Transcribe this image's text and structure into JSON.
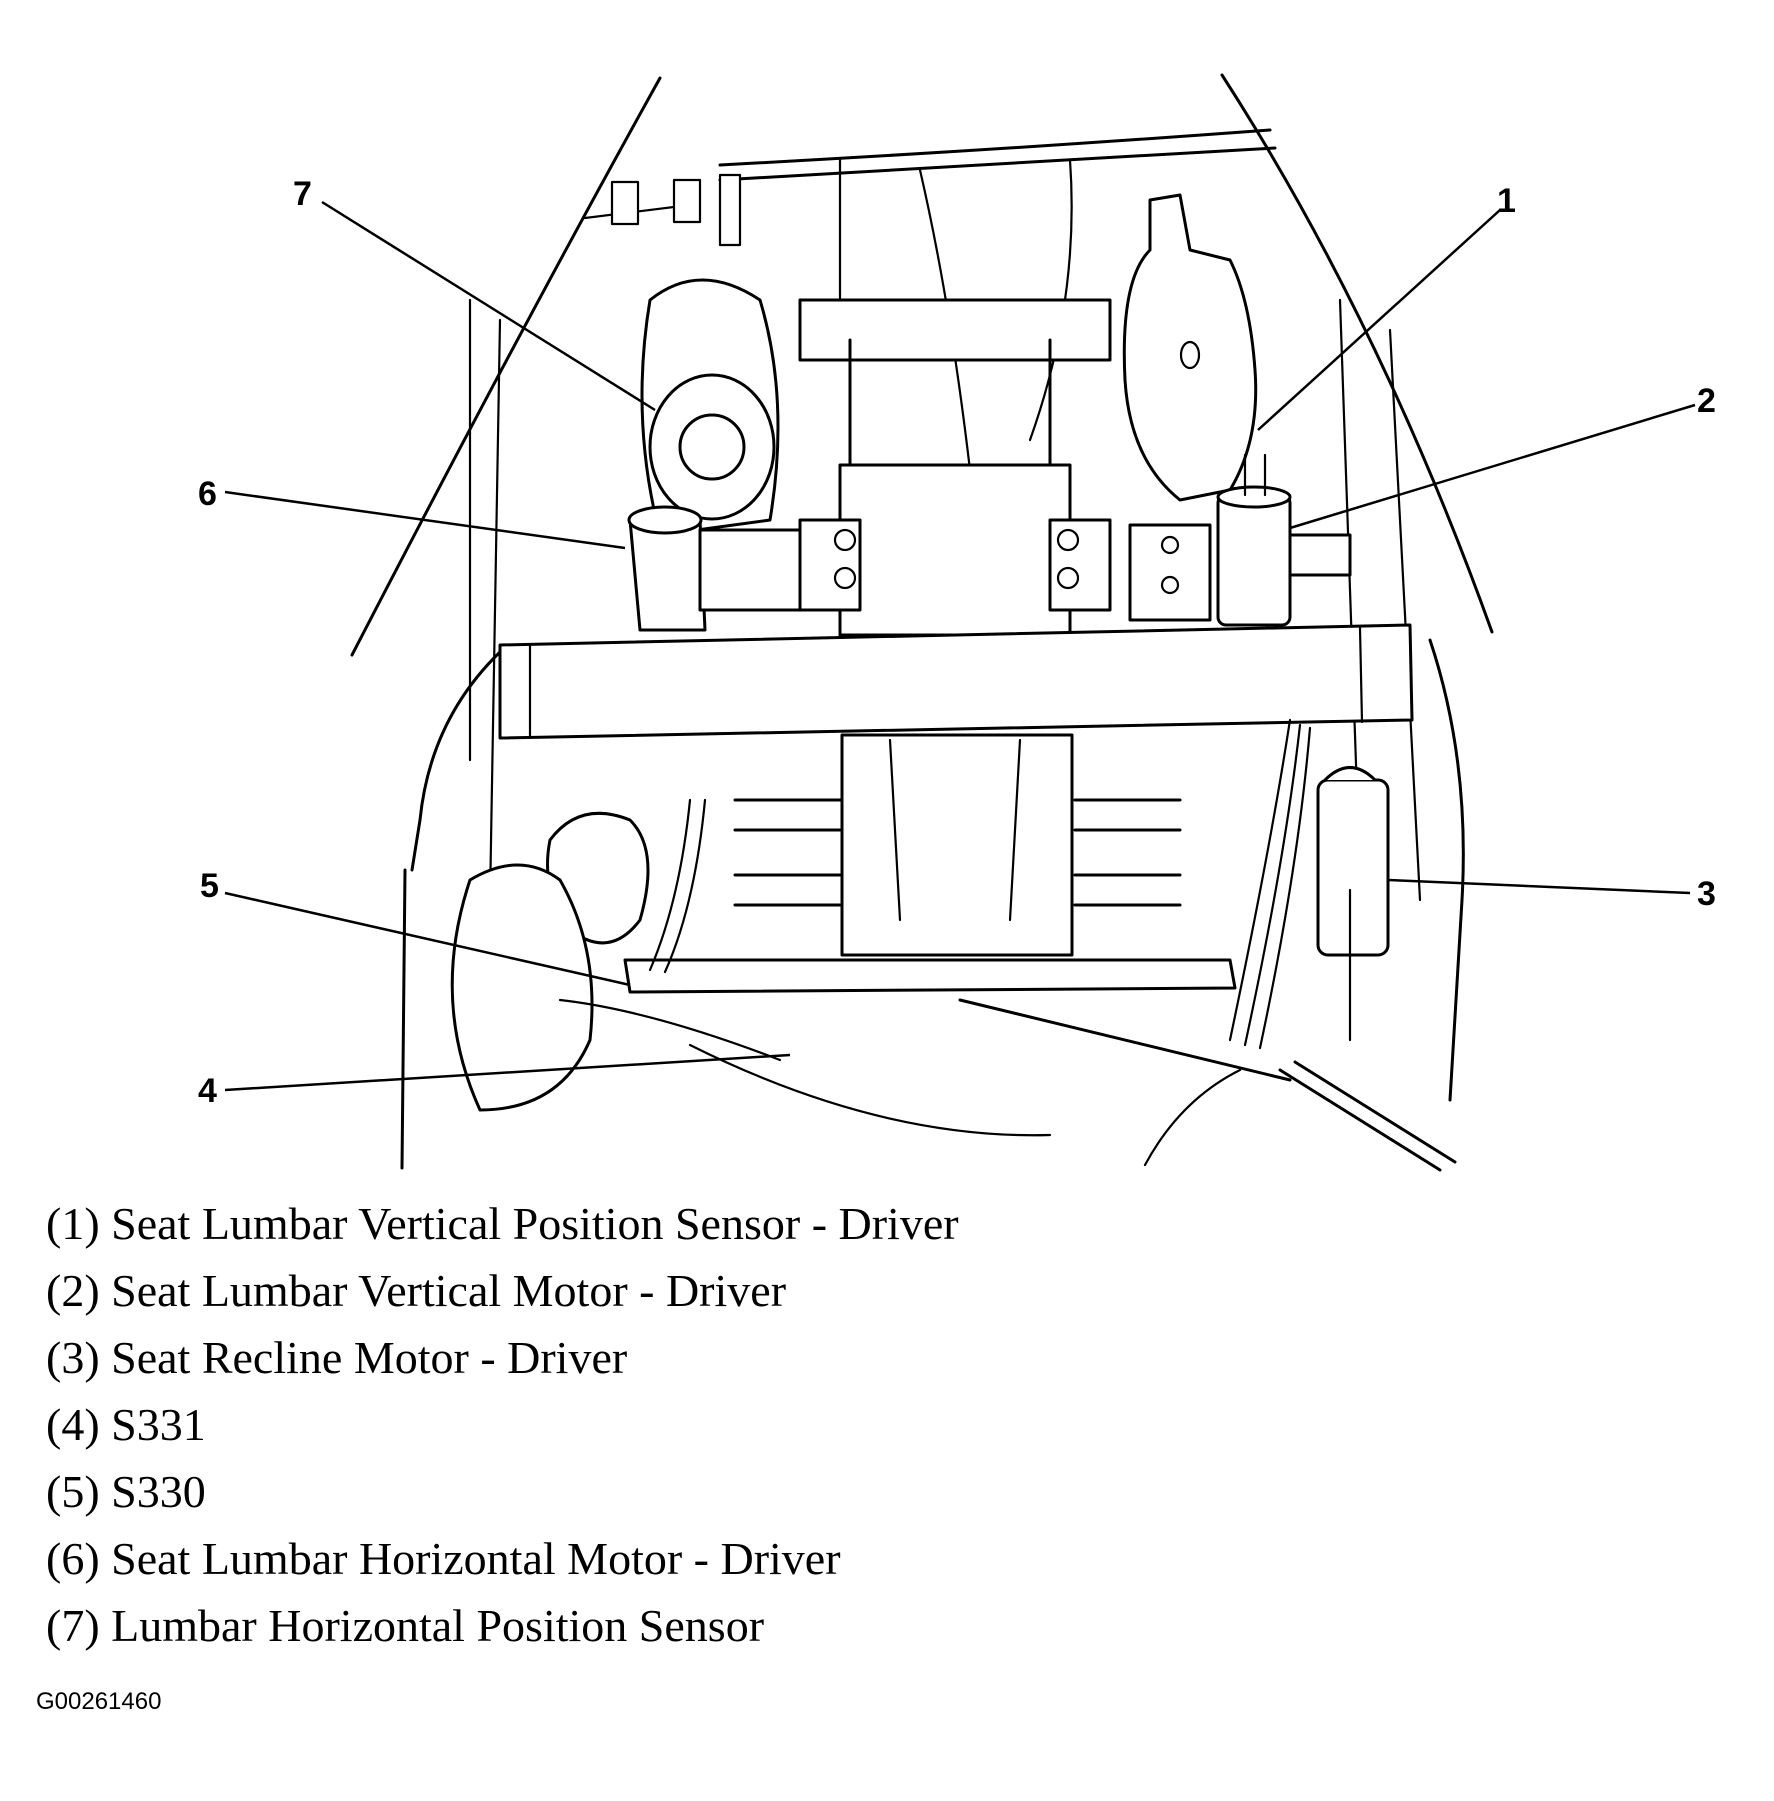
{
  "callouts": [
    "1",
    "2",
    "3",
    "4",
    "5",
    "6",
    "7"
  ],
  "legend": [
    "(1) Seat Lumbar Vertical Position Sensor - Driver",
    "(2) Seat Lumbar Vertical Motor - Driver",
    "(3) Seat Recline Motor - Driver",
    "(4) S331",
    "(5) S330",
    "(6) Seat Lumbar Horizontal Motor - Driver",
    "(7) Lumbar Horizontal Position Sensor"
  ],
  "figure_id": "G00261460"
}
